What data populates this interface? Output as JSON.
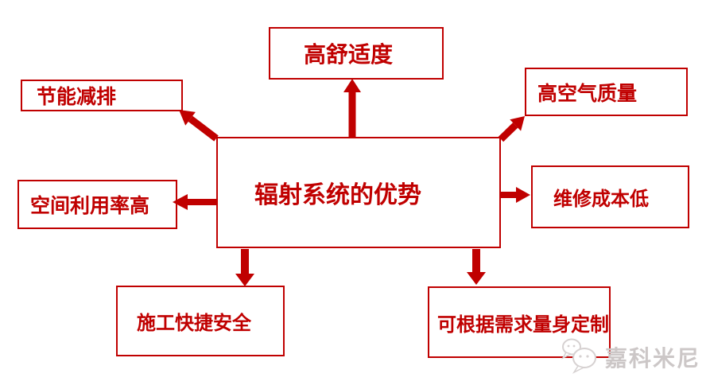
{
  "diagram": {
    "title": "辐射系统的优势 radial advantages diagram",
    "accent_color": "#c00000",
    "center": {
      "label": "辐射系统的优势"
    },
    "nodes": [
      {
        "id": "top",
        "label": "高舒适度"
      },
      {
        "id": "top-left",
        "label": "节能减排"
      },
      {
        "id": "top-right",
        "label": "高空气质量"
      },
      {
        "id": "left",
        "label": "空间利用率高"
      },
      {
        "id": "right",
        "label": "维修成本低"
      },
      {
        "id": "bottom-left",
        "label": "施工快捷安全"
      },
      {
        "id": "bottom-right",
        "label": "可根据需求量身定制"
      }
    ],
    "arrows": [
      "center-to-top",
      "center-to-top-left",
      "center-to-top-right",
      "center-to-left",
      "center-to-right",
      "center-to-bottom-left",
      "center-to-bottom-right"
    ]
  },
  "watermark": {
    "label": "嘉科米尼",
    "icon": "chat-bubbles-icon",
    "color": "#ccc7c7"
  }
}
